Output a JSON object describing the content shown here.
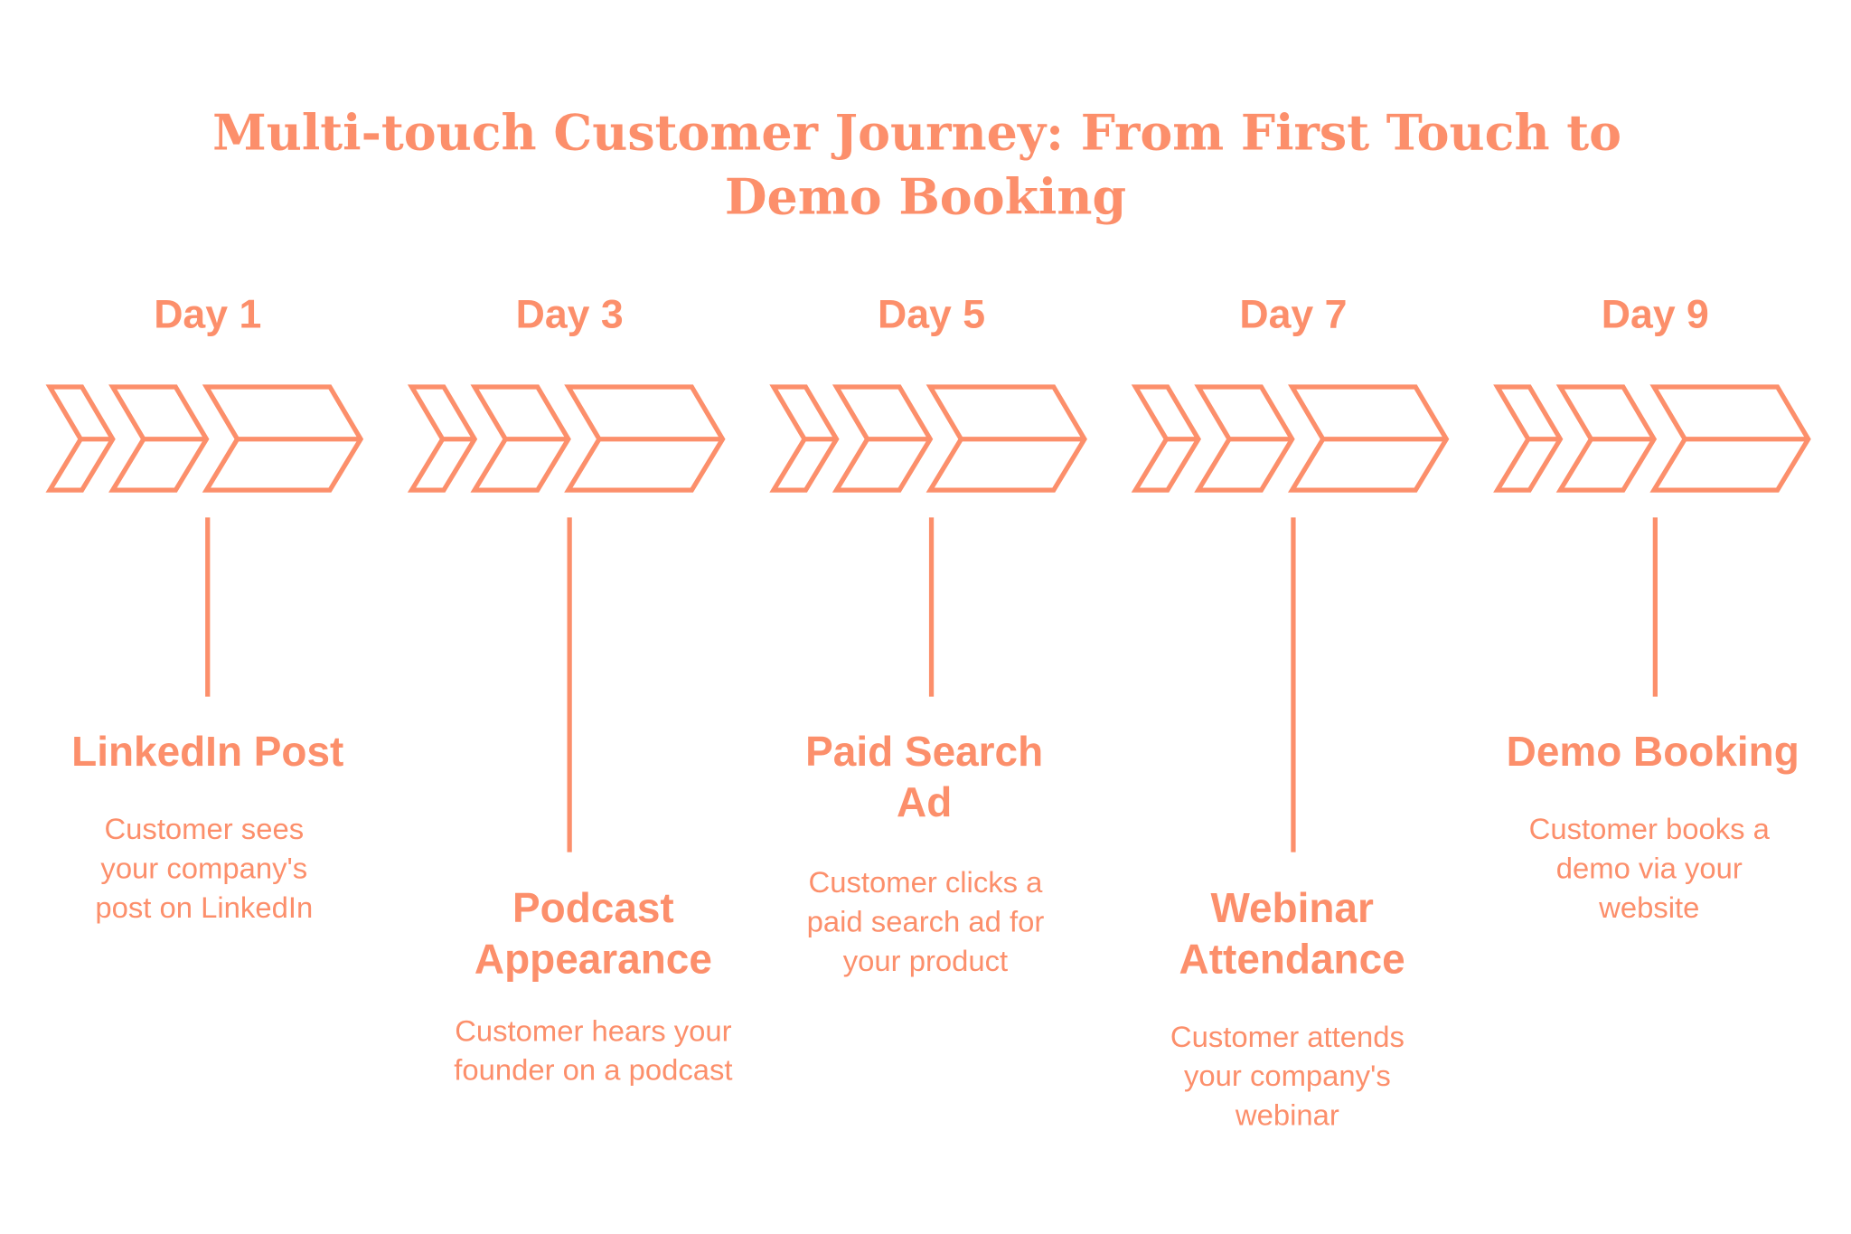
{
  "title": {
    "lines": [
      "Multi-touch Customer Journey: From First Touch to",
      "Demo Booking"
    ]
  },
  "accent_color": "#FC8F6B",
  "steps": [
    {
      "day": "Day 1",
      "title": [
        "LinkedIn Post"
      ],
      "description": [
        "Customer sees",
        "your company's",
        "post on LinkedIn"
      ]
    },
    {
      "day": "Day 3",
      "title": [
        "Podcast",
        "Appearance"
      ],
      "description": [
        "Customer hears your",
        "founder on a podcast"
      ]
    },
    {
      "day": "Day 5",
      "title": [
        "Paid Search",
        "Ad"
      ],
      "description": [
        "Customer clicks a",
        "paid search ad for",
        "your product"
      ]
    },
    {
      "day": "Day 7",
      "title": [
        "Webinar",
        "Attendance"
      ],
      "description": [
        "Customer attends",
        "your company's",
        "webinar"
      ]
    },
    {
      "day": "Day 9",
      "title": [
        "Demo Booking"
      ],
      "description": [
        "Customer books a",
        "demo via your",
        "website"
      ]
    }
  ]
}
